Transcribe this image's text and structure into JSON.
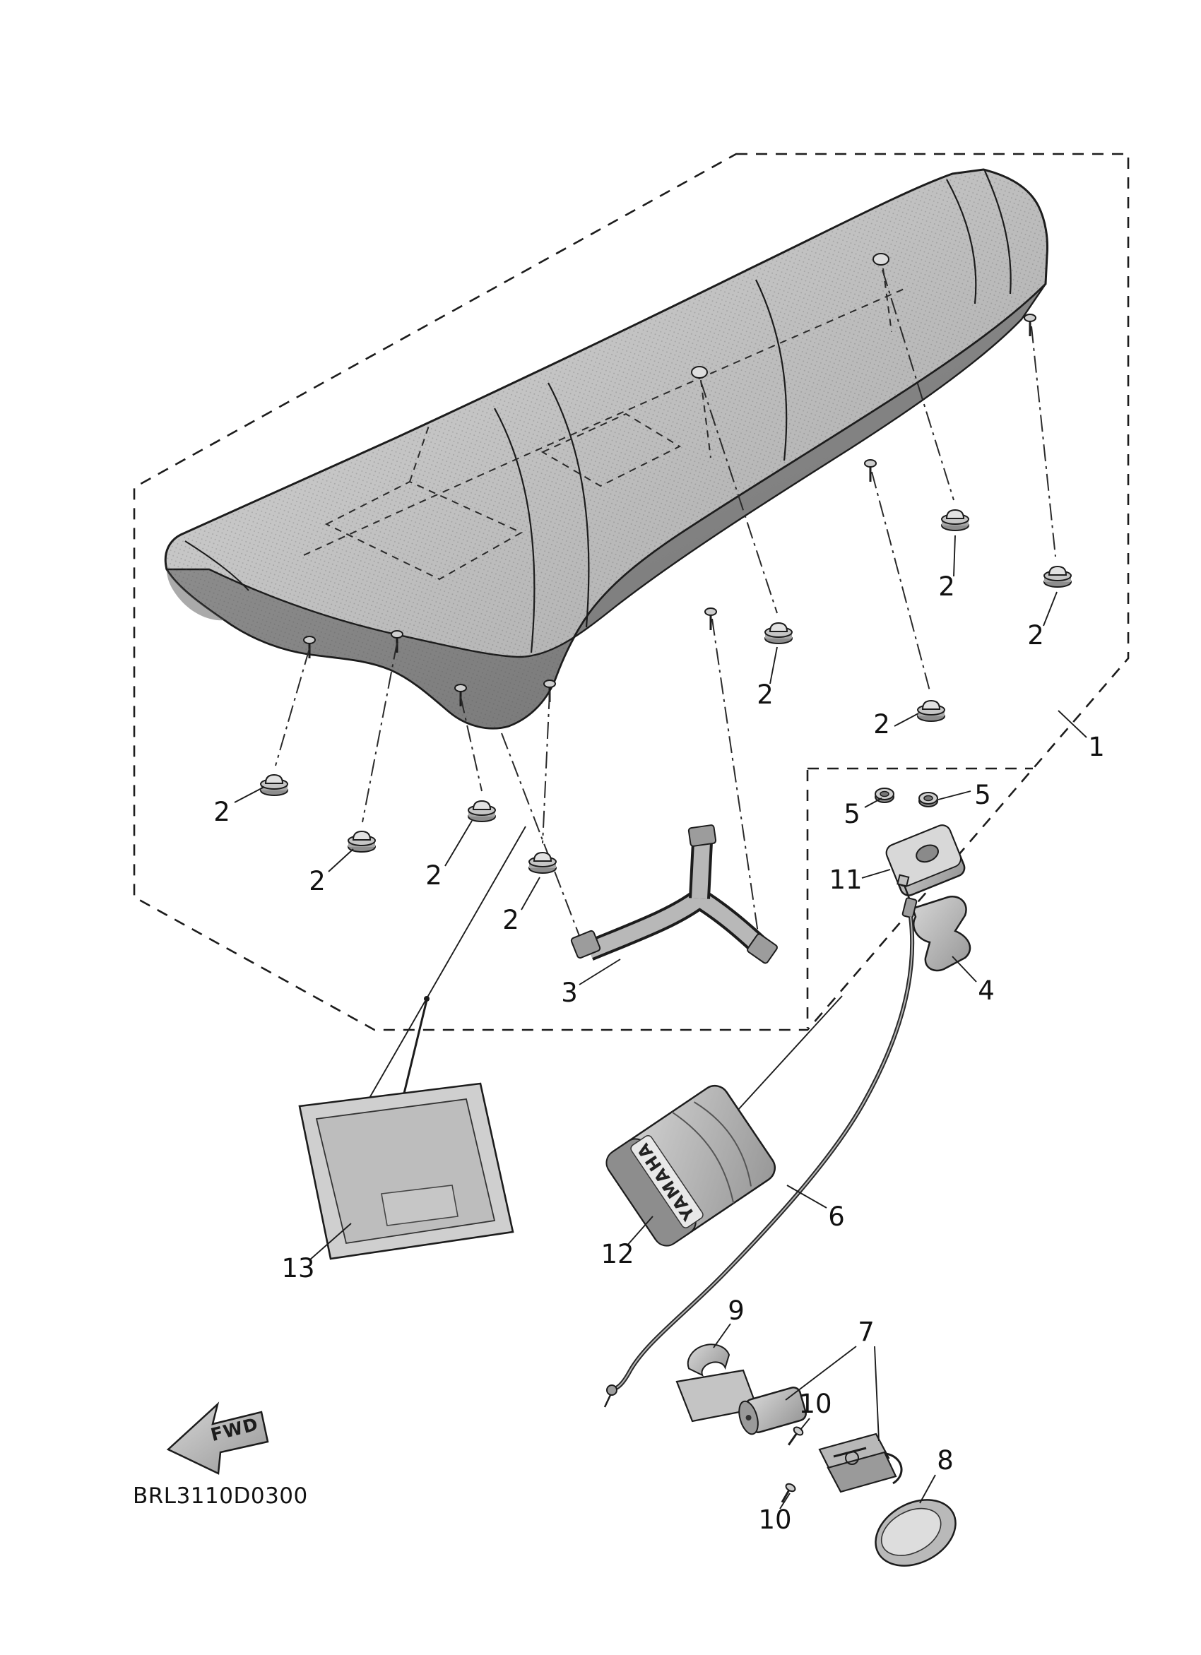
{
  "document": {
    "drawing_code": "BRL3110D0300",
    "direction_label": "FWD",
    "bag_brand": "YAMAHA"
  },
  "callouts": [
    {
      "label": "1",
      "part": "seat-assembly"
    },
    {
      "label": "2",
      "part": "damper-grommet"
    },
    {
      "label": "2",
      "part": "damper-grommet"
    },
    {
      "label": "2",
      "part": "damper-grommet"
    },
    {
      "label": "2",
      "part": "damper-grommet"
    },
    {
      "label": "2",
      "part": "damper-grommet"
    },
    {
      "label": "2",
      "part": "damper-grommet"
    },
    {
      "label": "2",
      "part": "damper-grommet"
    },
    {
      "label": "2",
      "part": "damper-grommet"
    },
    {
      "label": "3",
      "part": "seat-strap"
    },
    {
      "label": "4",
      "part": "lock-bracket"
    },
    {
      "label": "5",
      "part": "nut"
    },
    {
      "label": "5",
      "part": "nut"
    },
    {
      "label": "6",
      "part": "seat-lock-cable"
    },
    {
      "label": "7",
      "part": "seat-lock-assembly"
    },
    {
      "label": "8",
      "part": "lock-cover"
    },
    {
      "label": "9",
      "part": "cable-clamp"
    },
    {
      "label": "10",
      "part": "screw"
    },
    {
      "label": "10",
      "part": "screw"
    },
    {
      "label": "11",
      "part": "lock-plate"
    },
    {
      "label": "12",
      "part": "owner-tool-bag"
    },
    {
      "label": "13",
      "part": "document-bag"
    }
  ]
}
